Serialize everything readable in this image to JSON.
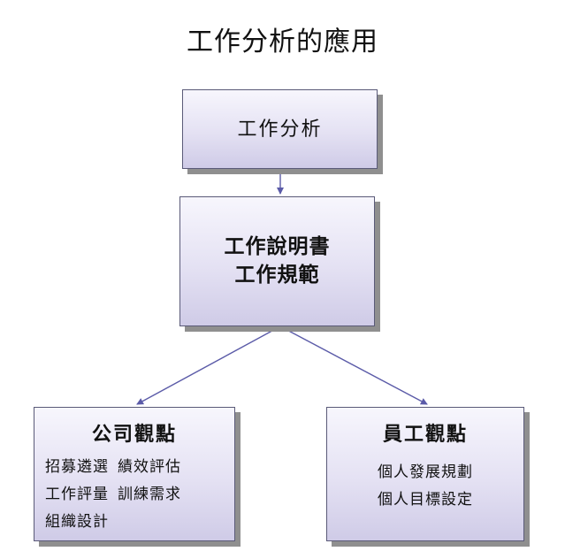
{
  "title": "工作分析的應用",
  "nodes": {
    "analysis": "工作分析",
    "spec_line1": "工作說明書",
    "spec_line2": "工作規範",
    "company": {
      "heading": "公司觀點",
      "items": [
        "招募遴選",
        "績效評估",
        "工作評量",
        "訓練需求",
        "組織設計"
      ]
    },
    "employee": {
      "heading": "員工觀點",
      "items": [
        "個人發展規劃",
        "個人目標設定"
      ]
    }
  },
  "colors": {
    "box_border": "#5a5a78",
    "box_fill_top": "#f7f6fd",
    "box_fill_bottom": "#cfcbe7",
    "shadow": "#8f8f8f",
    "connector": "#5b5ba8"
  }
}
